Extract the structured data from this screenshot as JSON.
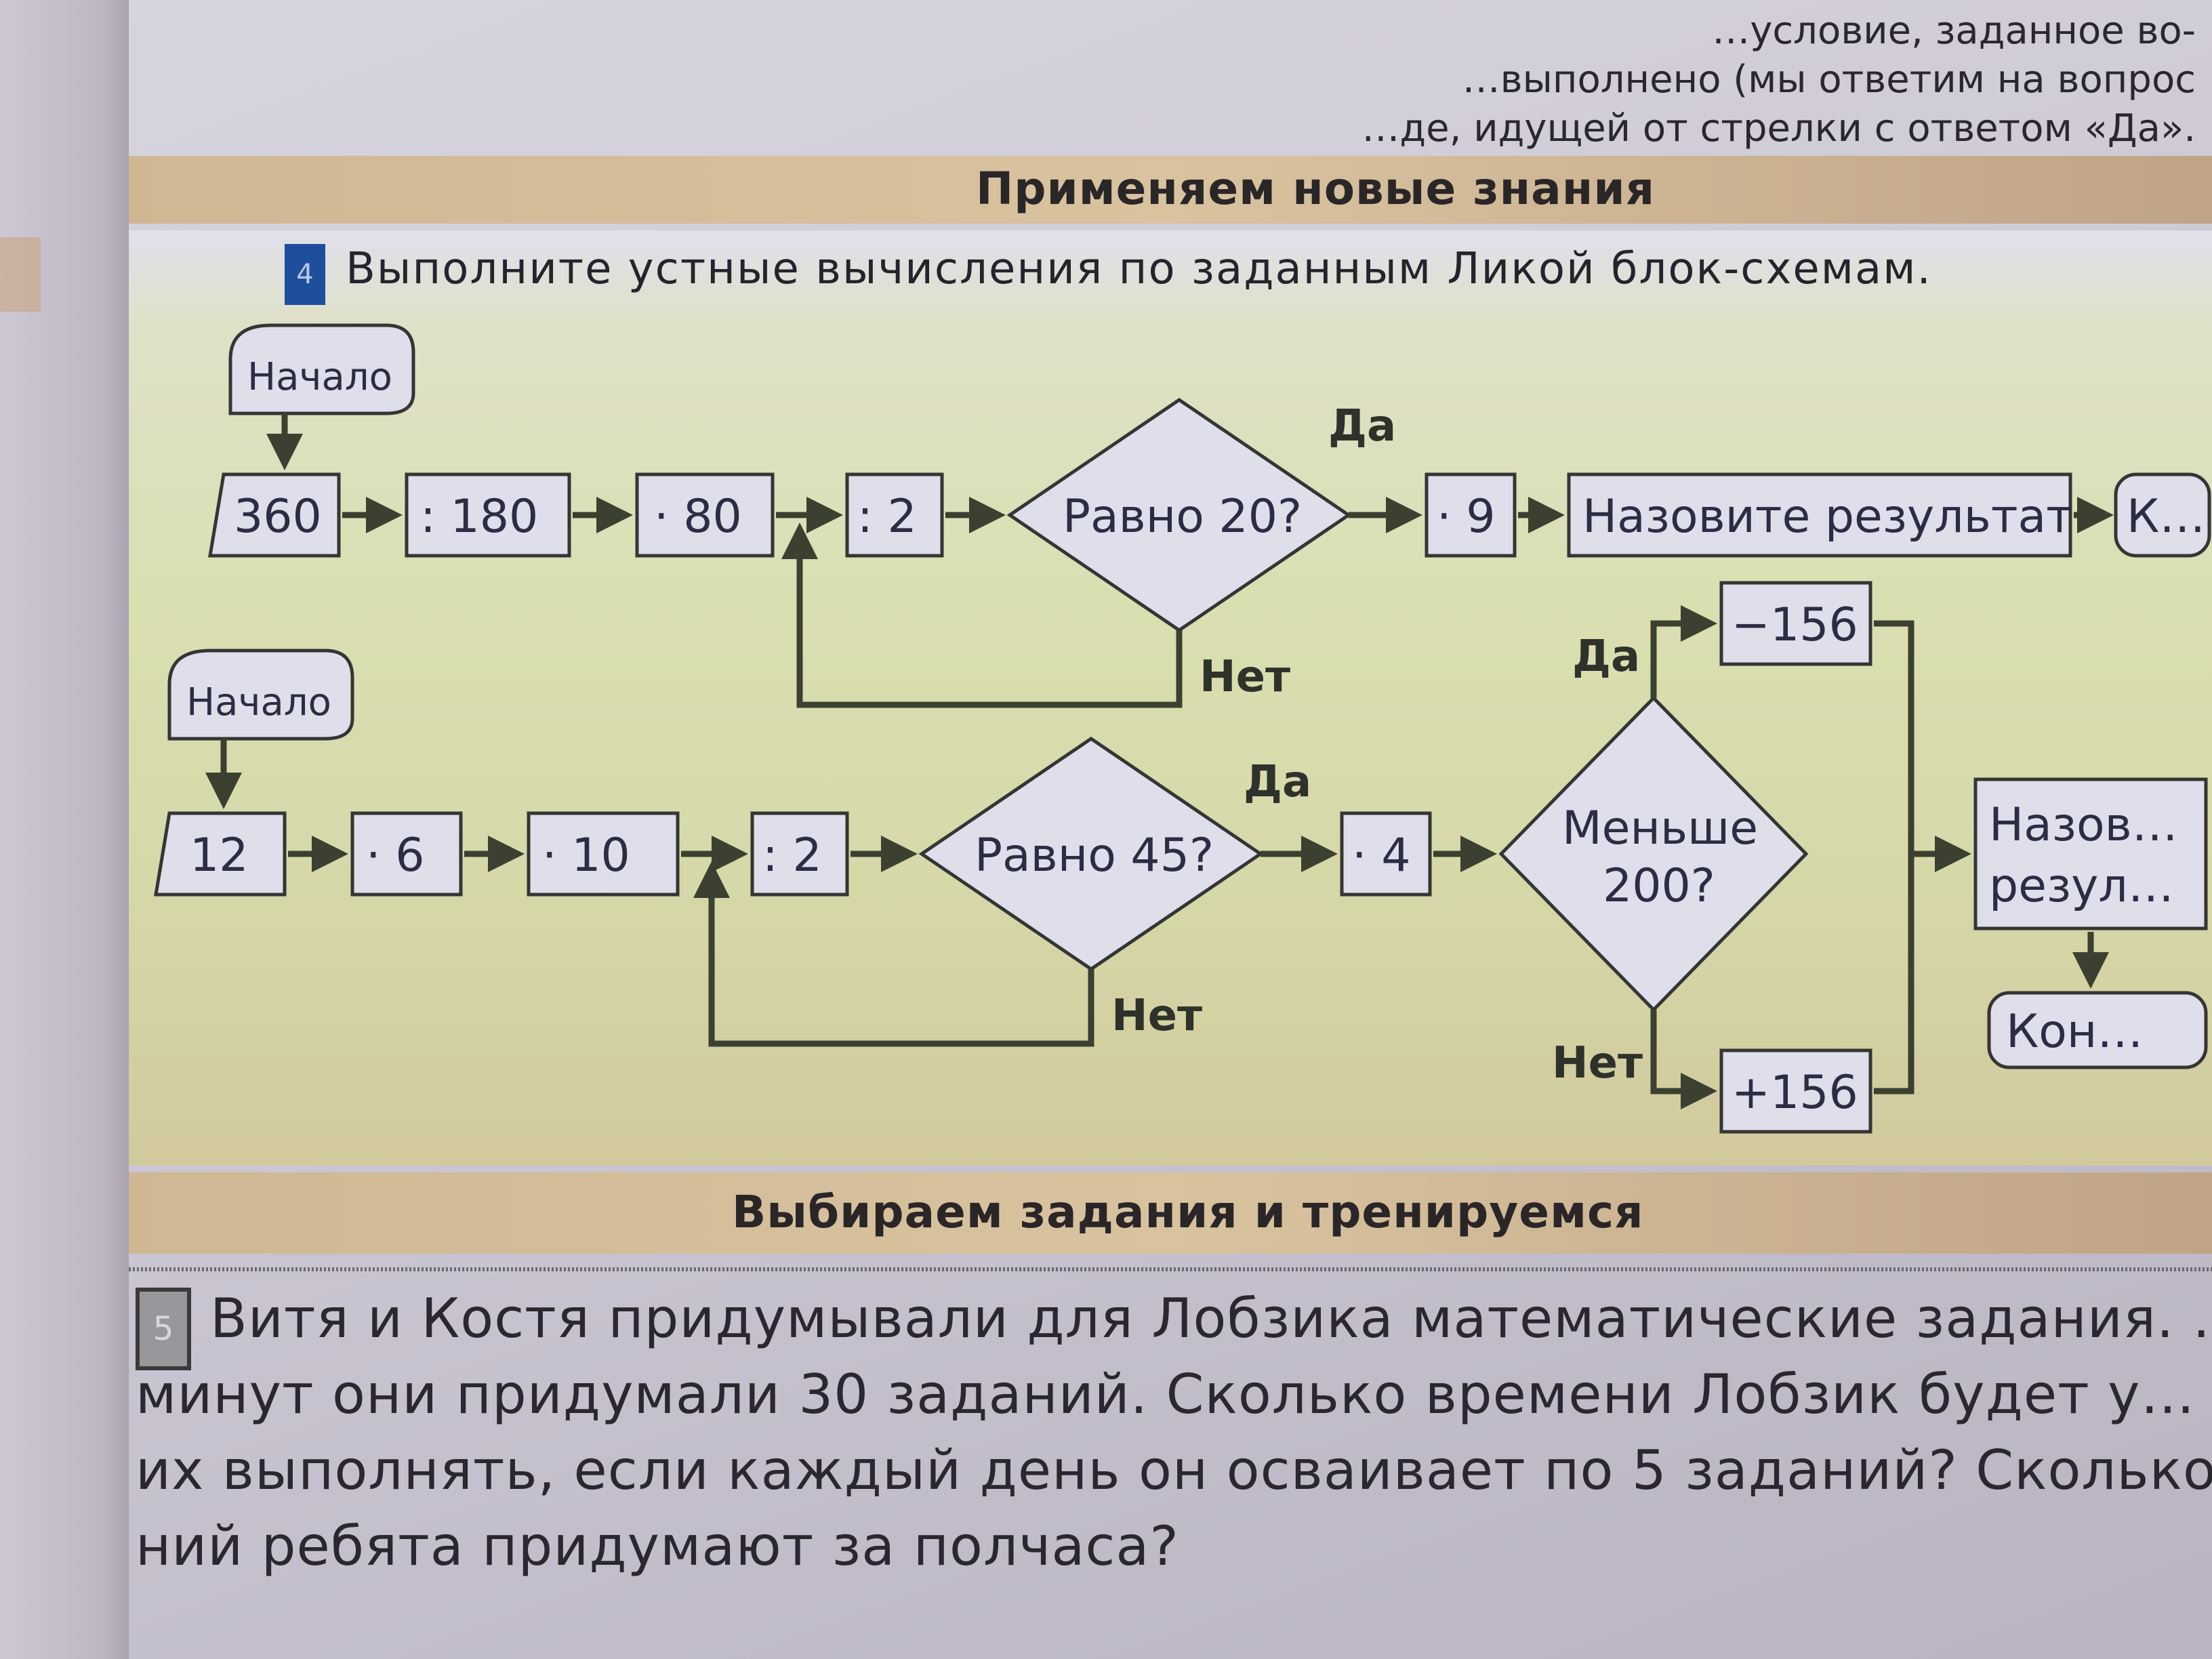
{
  "top_paragraph": {
    "lines": [
      "…условие, заданное во-",
      "…выполнено (мы ответим на вопрос",
      "…де, идущей от стрелки с ответом «Да»."
    ]
  },
  "section_apply": {
    "title": "Применяем новые знания"
  },
  "task4": {
    "number": "4",
    "instruction": "Выполните устные вычисления по заданным Ликой блок-схемам.",
    "flowchart1": {
      "start": "Начало",
      "input": "360",
      "steps": [
        ": 180",
        "· 80",
        ": 2"
      ],
      "decision": "Равно 20?",
      "yes_label": "Да",
      "no_label": "Нет",
      "yes_step": "· 9",
      "output": "Назовите результат",
      "end": "К…"
    },
    "flowchart2": {
      "start": "Начало",
      "input": "12",
      "steps": [
        "· 6",
        "· 10",
        ": 2"
      ],
      "decision1": "Равно 45?",
      "yes1_label": "Да",
      "no1_label": "Нет",
      "yes1_step": "· 4",
      "decision2_line1": "Меньше",
      "decision2_line2": "200?",
      "yes2_label": "Да",
      "no2_label": "Нет",
      "yes2_step": "−156",
      "no2_step": "+156",
      "output_line1": "Назов…",
      "output_line2": "резул…",
      "end": "Кон…"
    }
  },
  "section_practice": {
    "title": "Выбираем задания и тренируемся"
  },
  "task5": {
    "number": "5",
    "lines": [
      "Витя и Костя придумывали для Лобзика математические задания. …",
      "минут они придумали 30 заданий. Сколько времени Лобзик будет у…",
      "их выполнять, если каждый день он осваивает по 5 заданий? Сколько …",
      "ний ребята придумают за полчаса?"
    ]
  },
  "colors": {
    "panel_green": "#d9deb0",
    "band_beige": "#d5bd98",
    "task4_badge": "#1f4f9c",
    "box_fill": "#dedfea",
    "line": "#3b4030"
  }
}
